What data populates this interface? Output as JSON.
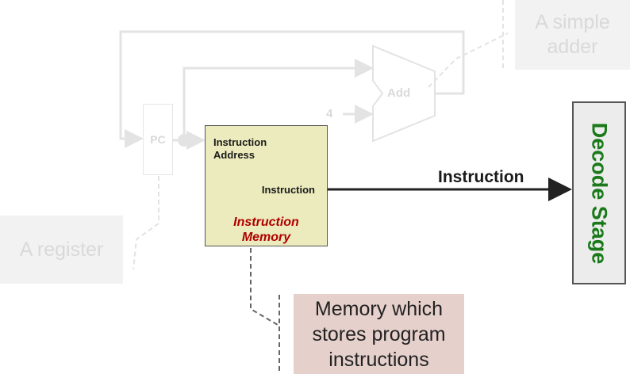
{
  "callouts": {
    "adder": "A simple\nadder",
    "register": "A register",
    "memory": "Memory which\nstores program\ninstructions"
  },
  "pc": {
    "label": "PC"
  },
  "adder": {
    "label": "Add",
    "constant": "4"
  },
  "instruction_memory": {
    "input_port": "Instruction\nAddress",
    "output_port": "Instruction",
    "title": "Instruction\nMemory"
  },
  "bus": {
    "label": "Instruction"
  },
  "decode_stage": {
    "label": "Decode Stage"
  },
  "colors": {
    "faded": "#d9d9d9",
    "memory_fill": "#ebebbd",
    "memory_title": "#b00000",
    "decode_text": "#1a7a1a",
    "callout_highlight": "#e6d0cb"
  }
}
